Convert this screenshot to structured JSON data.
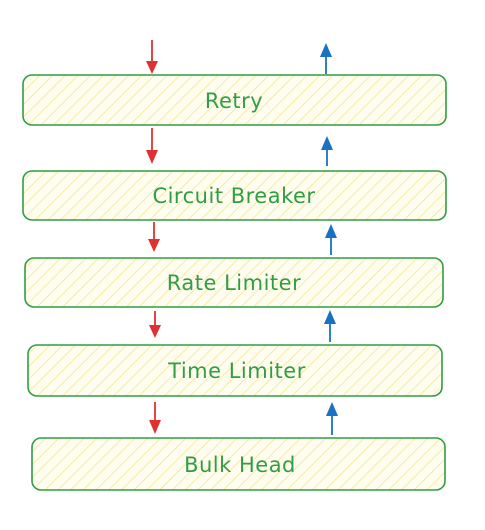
{
  "diagram": {
    "layers": [
      {
        "label": "Retry"
      },
      {
        "label": "Circuit Breaker"
      },
      {
        "label": "Rate Limiter"
      },
      {
        "label": "Time Limiter"
      },
      {
        "label": "Bulk Head"
      }
    ],
    "request_arrow_color": "#e03131",
    "response_arrow_color": "#1971c2",
    "layer_stroke_color": "#2f9e44",
    "layer_fill_color": "#fff9db",
    "layer_hatch_color": "#f5e46a"
  }
}
